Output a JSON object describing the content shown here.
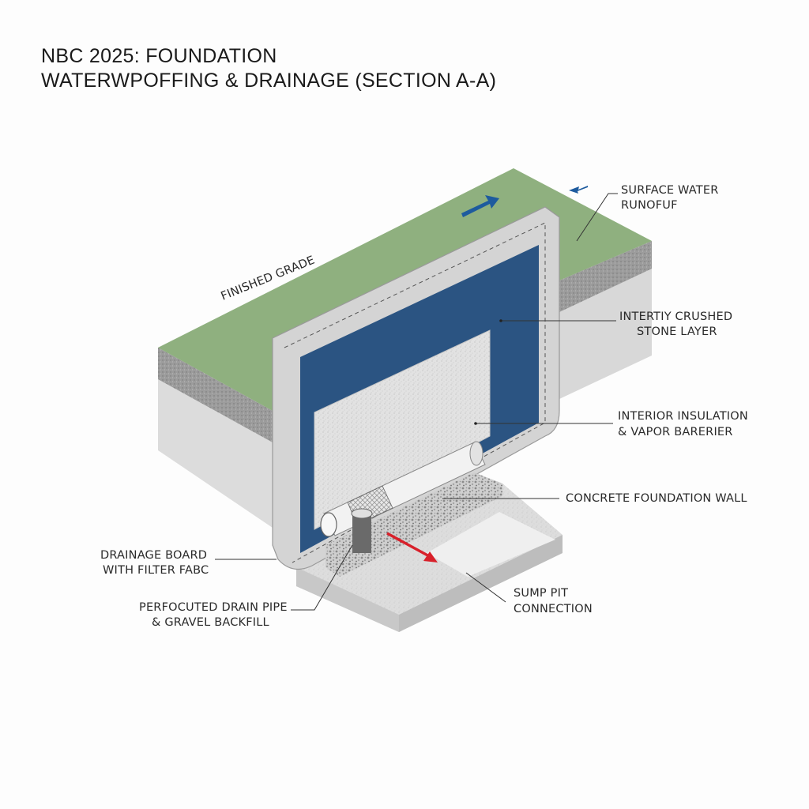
{
  "title": {
    "line1": "NBC 2025: FOUNDATION",
    "line2": "WATERWPOFFING & DRAINAGE (SECTION A-A)"
  },
  "labels": {
    "finished_grade": "FINISHED GRADE",
    "surface_water_1": "SURFACE WATER",
    "surface_water_2": "RUNOFUF",
    "stone_1": "INTERTIY CRUSHED",
    "stone_2": "STONE LAYER",
    "insulation_1": "INTERIOR INSULATION",
    "insulation_2": "& VAPOR BARERIER",
    "foundation_wall": "CONCRETE FOUNDATION WALL",
    "drainage_board_1": "DRAINAGE BOARD",
    "drainage_board_2": "WITH FILTER FABC",
    "drain_pipe_1": "PERFOCUTED DRAIN PIPE",
    "drain_pipe_2": "& GRAVEL BACKFILL",
    "sump_1": "SUMP PIT",
    "sump_2": "CONNECTION"
  },
  "colors": {
    "grass": "#8fb07f",
    "membrane_blue": "#2b5482",
    "arrow_blue": "#1e5b9e",
    "arrow_red": "#d8202a",
    "concrete": "#d3d3d3"
  }
}
